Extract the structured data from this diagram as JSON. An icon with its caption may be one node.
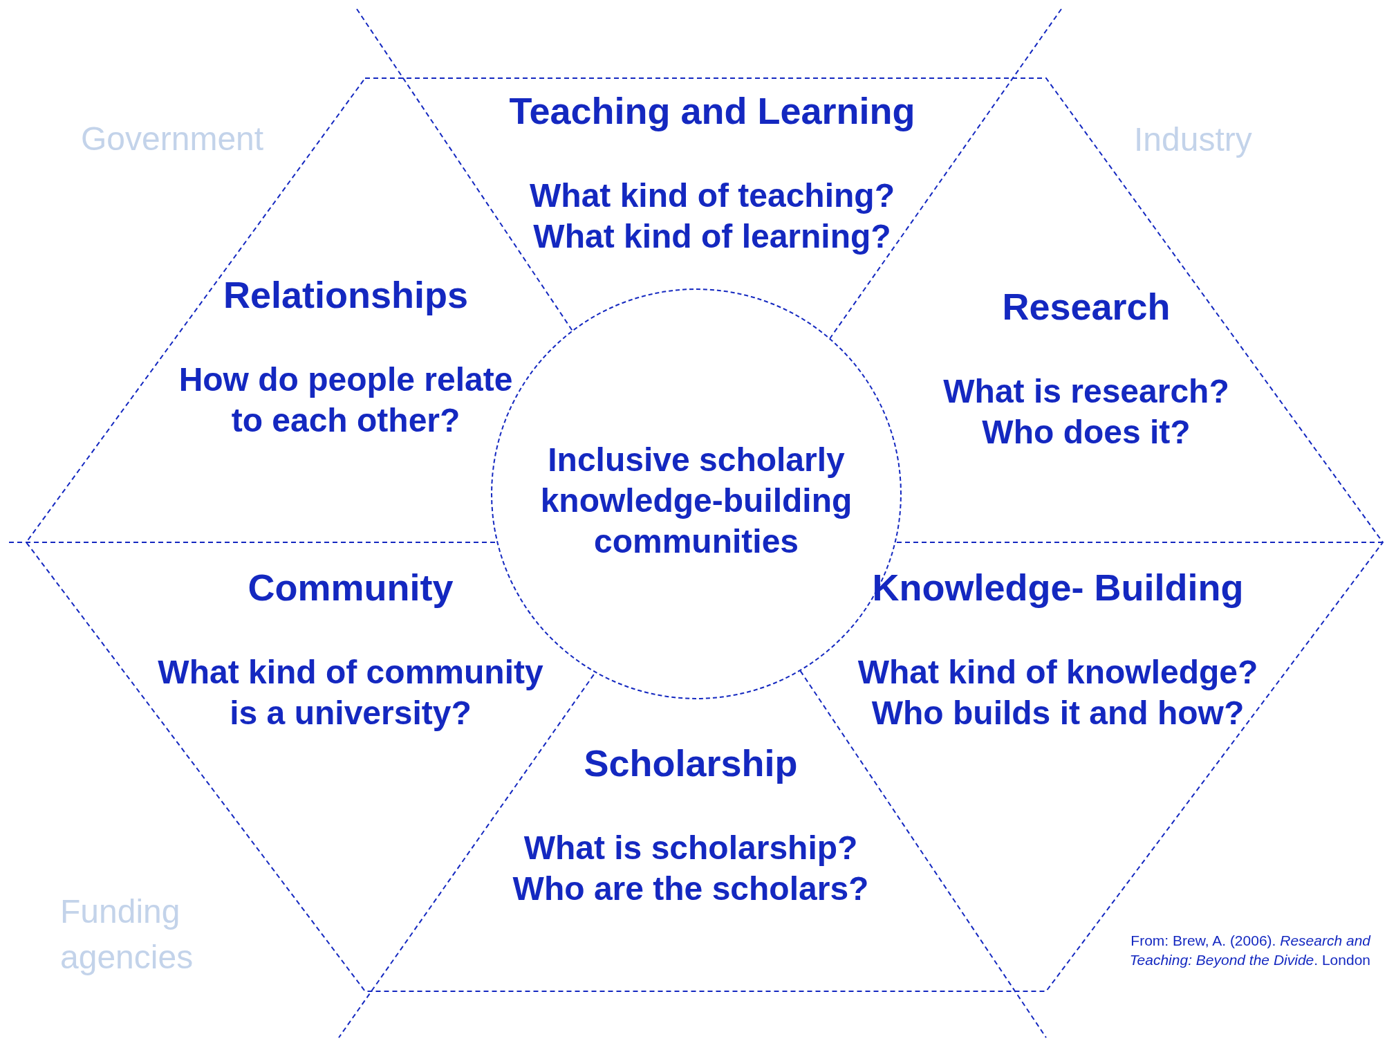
{
  "diagram": {
    "nodes": [
      {
        "text": [
          "Teaching and Learning",
          "What kind of teaching? What kind of learning?"
        ]
      },
      {
        "text": [
          "Relationships",
          "How do people relate to each other?"
        ]
      },
      {
        "text": [
          "Research",
          "What is research? Who does it?"
        ]
      },
      {
        "text": [
          "Inclusive scholarly knowledge-building communities"
        ]
      },
      {
        "text": [
          "Community",
          "What kind of community is a university?"
        ]
      },
      {
        "text": [
          "Knowledge- Building",
          "What kind of knowledge? Who builds it and how?"
        ]
      },
      {
        "text": [
          "Scholarship",
          "What is scholarship? Who are the scholars?"
        ]
      }
    ],
    "edges": [],
    "labels": [
      "Government",
      "Industry",
      "Funding agencies",
      "From: Brew, A. (2006). *Research and Teaching: Beyond the Divide*. London"
    ]
  }
}
